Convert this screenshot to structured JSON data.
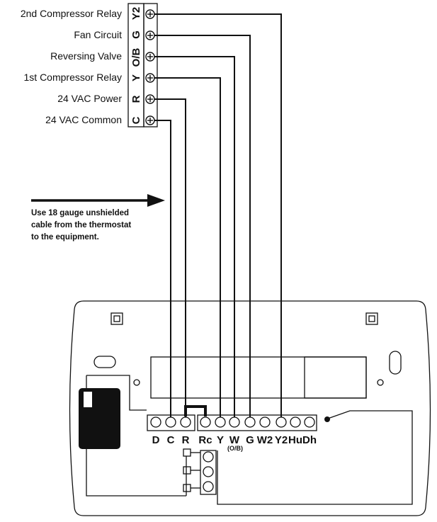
{
  "equipment_terminals": [
    {
      "code": "Y2",
      "label": "2nd Compressor Relay"
    },
    {
      "code": "G",
      "label": "Fan Circuit"
    },
    {
      "code": "O/B",
      "label": "Reversing Valve"
    },
    {
      "code": "Y",
      "label": "1st Compressor Relay"
    },
    {
      "code": "R",
      "label": "24 VAC Power"
    },
    {
      "code": "C",
      "label": "24 VAC Common"
    }
  ],
  "note": {
    "lines": [
      "Use 18 gauge unshielded",
      "cable from the thermostat",
      "to the equipment."
    ]
  },
  "thermostat": {
    "left_terminals": [
      "D",
      "C",
      "R"
    ],
    "right_terminals": [
      "Rc",
      "Y",
      "W",
      "G",
      "W2",
      "Y2",
      "Hu",
      "Dh"
    ],
    "w_sublabel": "(O/B)"
  },
  "connections": [
    {
      "from": "Y2",
      "to": "Y2"
    },
    {
      "from": "G",
      "to": "G"
    },
    {
      "from": "O/B",
      "to": "W"
    },
    {
      "from": "Y",
      "to": "Y"
    },
    {
      "from": "R",
      "to": "R"
    },
    {
      "from": "C",
      "to": "C"
    }
  ],
  "colors": {
    "line": "#111111",
    "background": "#ffffff"
  }
}
